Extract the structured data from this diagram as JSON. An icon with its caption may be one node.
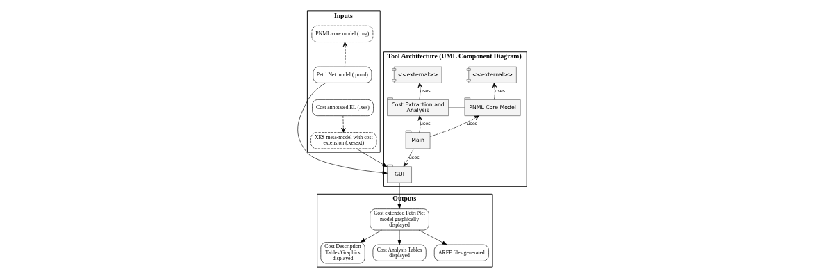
{
  "diagram": {
    "nodes": [
      {
        "text": [
          "Inputs"
        ]
      },
      {
        "text": [
          "Tool Architecture (UML Component Diagram)"
        ]
      },
      {
        "text": [
          "Outputs"
        ]
      },
      {
        "text": [
          "PNML core model (.rng)"
        ],
        "in": 0
      },
      {
        "text": [
          "Petri Net model (.pnml)"
        ],
        "in": 0
      },
      {
        "text": [
          "Cost annotated EL (.xes)"
        ],
        "in": 0
      },
      {
        "text": [
          "XES meta-model with cost extension (.xesext)"
        ],
        "in": 0
      },
      {
        "text": [
          "<<external>>"
        ],
        "in": 1
      },
      {
        "text": [
          "<<external>>"
        ],
        "in": 1
      },
      {
        "text": [
          "PNML Core Model"
        ],
        "in": 1
      },
      {
        "text": [
          "Cost Extraction and Analysis"
        ],
        "in": 1
      },
      {
        "text": [
          "Main"
        ],
        "in": 1
      },
      {
        "text": [
          "GUI"
        ],
        "in": 1
      },
      {
        "text": [
          "Cost extended Petri Net model graphically displayed"
        ],
        "in": 2
      },
      {
        "text": [
          "Cost Description Tables/Graphics displayed"
        ],
        "in": 2
      },
      {
        "text": [
          "Cost Analysis Tables displayed"
        ],
        "in": 2
      },
      {
        "text": [
          "ARFF files generated"
        ],
        "in": 2
      }
    ],
    "edges": [
      {
        "from": 4,
        "to": 3,
        "arrow": "to",
        "style": "dashed"
      },
      {
        "from": 5,
        "to": 6,
        "arrow": "to",
        "style": "dashed"
      },
      {
        "from": 9,
        "to": 7,
        "arrow": "to",
        "style": "dashed",
        "label": "uses"
      },
      {
        "from": 10,
        "to": 8,
        "arrow": "to",
        "style": "dashed",
        "label": "uses"
      },
      {
        "from": 9,
        "to": 10,
        "arrow": "none"
      },
      {
        "from": 11,
        "to": 9,
        "arrow": "to",
        "style": "dashed",
        "label": "uses"
      },
      {
        "from": 11,
        "to": 10,
        "arrow": "to",
        "style": "dashed",
        "label": "uses"
      },
      {
        "from": 11,
        "to": 12,
        "arrow": "to",
        "style": "dashed",
        "label": "uses"
      },
      {
        "from": 4,
        "to": 12,
        "arrow": "to"
      },
      {
        "from": 6,
        "to": 12,
        "arrow": "to"
      },
      {
        "from": 12,
        "to": 13,
        "arrow": "to"
      },
      {
        "from": 13,
        "to": 14,
        "arrow": "to"
      },
      {
        "from": 13,
        "to": 15,
        "arrow": "to"
      },
      {
        "from": 13,
        "to": 16,
        "arrow": "to"
      }
    ]
  }
}
